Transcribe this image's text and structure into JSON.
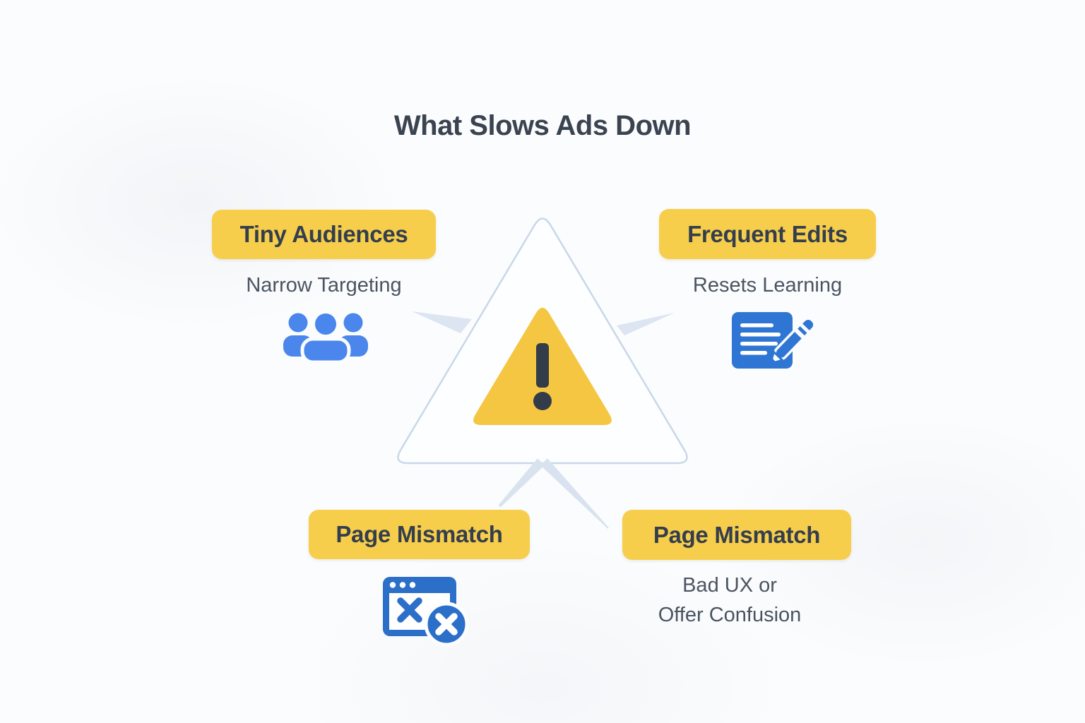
{
  "title": "What Slows Ads Down",
  "center": {
    "icon": "warning-triangle-icon"
  },
  "items": [
    {
      "position": "top-left",
      "label": "Tiny Audiences",
      "caption": "Narrow Targeting",
      "icon": "audience-group-icon"
    },
    {
      "position": "top-right",
      "label": "Frequent Edits",
      "caption": "Resets Learning",
      "icon": "document-edit-icon"
    },
    {
      "position": "bottom-left",
      "label": "Page Mismatch",
      "caption": "",
      "icon": "broken-page-icon"
    },
    {
      "position": "bottom-right",
      "label": "Page Mismatch",
      "caption": "Bad UX or\nOffer Confusion",
      "icon": ""
    }
  ],
  "colors": {
    "pill_yellow": "#f6ce4c",
    "warning_yellow": "#f5c642",
    "warning_mark": "#333c49",
    "doc_icon_blue": "#2f76d4",
    "people_icon_blue": "#4a86ec",
    "browser_icon_blue": "#2b6fc9",
    "title_text": "#3a4350",
    "pill_text": "#343e4c",
    "caption_text": "#4a5461",
    "triangle_outline": "#c9d7ea",
    "connector": "#dae3f0"
  }
}
